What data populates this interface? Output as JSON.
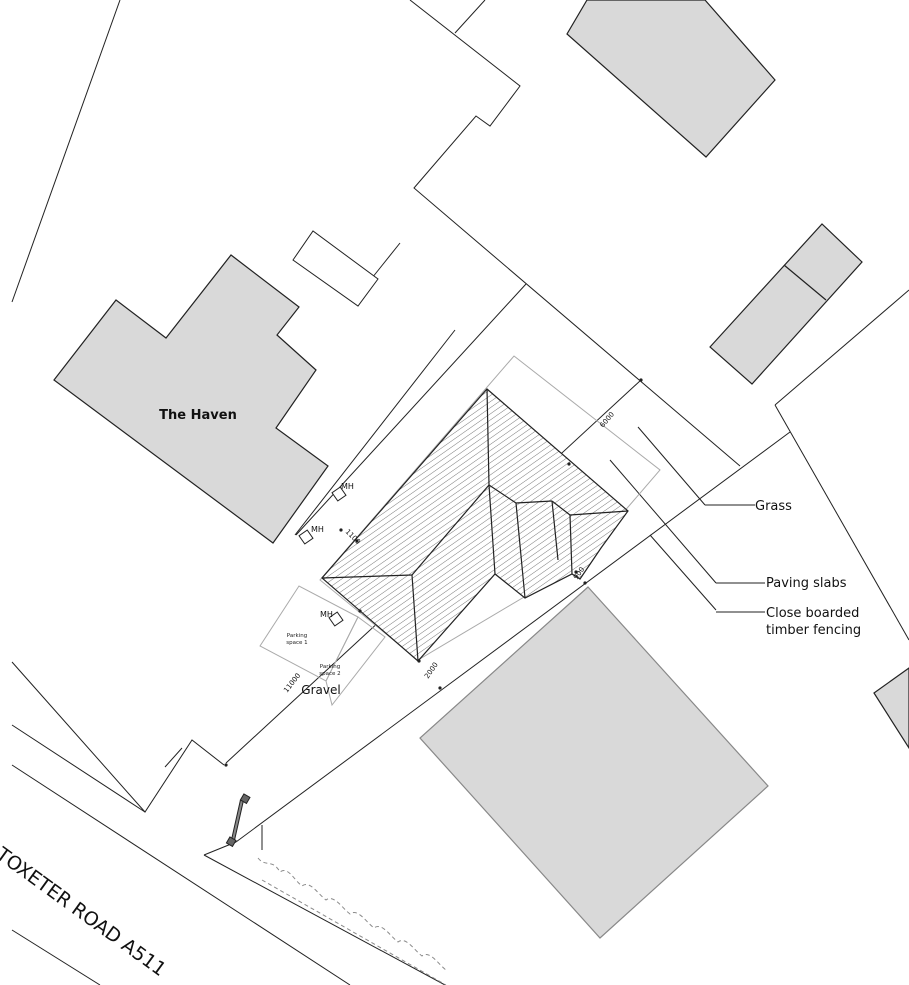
{
  "buildings": {
    "the_haven_label": "The Haven"
  },
  "manholes": {
    "mh_label": "MH"
  },
  "parking": {
    "space1_line1": "Parking",
    "space1_line2": "space 1",
    "space2_line1": "Parking",
    "space2_line2": "space 2",
    "surface_label": "Gravel"
  },
  "dimensions": {
    "rear": "6000",
    "side_left": "1100",
    "side_right": "900",
    "front_right": "2000",
    "front_left": "11000"
  },
  "legend": {
    "grass": "Grass",
    "paving": "Paving slabs",
    "fencing_line1": "Close boarded",
    "fencing_line2": "timber fencing"
  },
  "road": {
    "name": "TOXETER ROAD A511"
  },
  "colors": {
    "building_fill": "#d9d9d9",
    "line": "#222222",
    "light_line": "#9a9a9a"
  }
}
